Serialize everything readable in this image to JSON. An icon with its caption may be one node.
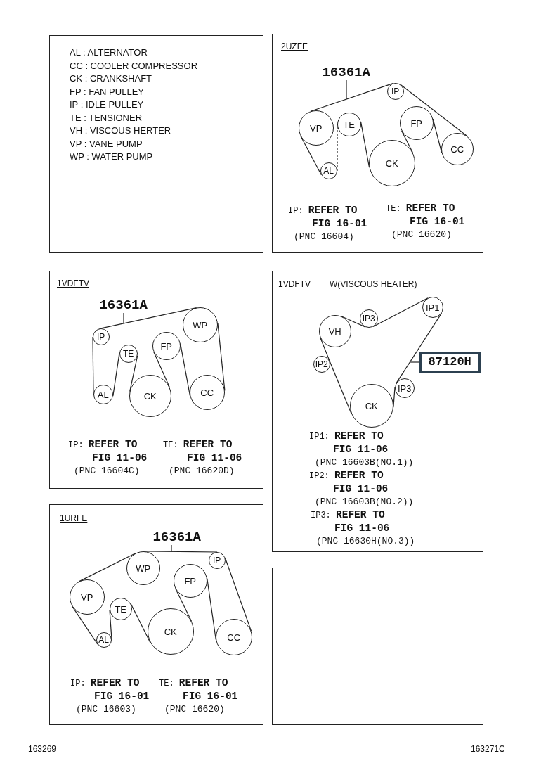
{
  "diagram": {
    "nodes": [
      {
        "text": [
          "AL : ALTERNATOR",
          "CC : COOLER COMPRESSOR",
          "CK : CRANKSHAFT",
          "FP : FAN PULLEY",
          "IP : IDLE PULLEY",
          "TE : TENSIONER",
          "VH : VISCOUS HERTER",
          "VP : VANE PUMP",
          "WP : WATER PUMP"
        ]
      },
      {
        "text": [
          "2UZFE"
        ]
      },
      {
        "text": [
          "16361A"
        ],
        "in": 1
      },
      {
        "text": [
          "IP"
        ],
        "in": 1
      },
      {
        "text": [
          "VP"
        ],
        "in": 1
      },
      {
        "text": [
          "TE"
        ],
        "in": 1
      },
      {
        "text": [
          "FP"
        ],
        "in": 1
      },
      {
        "text": [
          "CC"
        ],
        "in": 1
      },
      {
        "text": [
          "AL"
        ],
        "in": 1
      },
      {
        "text": [
          "CK"
        ],
        "in": 1
      },
      {
        "text": [
          "1VDFTV"
        ]
      },
      {
        "text": [
          "16361A"
        ],
        "in": 10
      },
      {
        "text": [
          "IP"
        ],
        "in": 10
      },
      {
        "text": [
          "WP"
        ],
        "in": 10
      },
      {
        "text": [
          "FP"
        ],
        "in": 10
      },
      {
        "text": [
          "TE"
        ],
        "in": 10
      },
      {
        "text": [
          "AL"
        ],
        "in": 10
      },
      {
        "text": [
          "CK"
        ],
        "in": 10
      },
      {
        "text": [
          "CC"
        ],
        "in": 10
      },
      {
        "text": [
          "1VDFTV",
          "W(VISCOUS HEATER)"
        ]
      },
      {
        "text": [
          "IP1"
        ],
        "in": 19
      },
      {
        "text": [
          "IP3"
        ],
        "in": 19
      },
      {
        "text": [
          "VH"
        ],
        "in": 19
      },
      {
        "text": [
          "87120H"
        ],
        "in": 19
      },
      {
        "text": [
          "IP2"
        ],
        "in": 19
      },
      {
        "text": [
          "IP3"
        ],
        "in": 19
      },
      {
        "text": [
          "CK"
        ],
        "in": 19
      },
      {
        "text": [
          "1URFE"
        ]
      },
      {
        "text": [
          "16361A"
        ],
        "in": 27
      },
      {
        "text": [
          "IP"
        ],
        "in": 27
      },
      {
        "text": [
          "WP"
        ],
        "in": 27
      },
      {
        "text": [
          "FP"
        ],
        "in": 27
      },
      {
        "text": [
          "VP"
        ],
        "in": 27
      },
      {
        "text": [
          "TE"
        ],
        "in": 27
      },
      {
        "text": [
          "CK"
        ],
        "in": 27
      },
      {
        "text": [
          "CC"
        ],
        "in": 27
      },
      {
        "text": [
          "AL"
        ],
        "in": 27
      },
      {
        "text": [],
        "shape": "box"
      }
    ],
    "edges": [
      {
        "from": 3,
        "to": 4,
        "arrow": "none"
      },
      {
        "from": 4,
        "to": 8,
        "arrow": "none"
      },
      {
        "from": 8,
        "to": 5,
        "arrow": "none",
        "style": "dashed"
      },
      {
        "from": 5,
        "to": 9,
        "arrow": "none"
      },
      {
        "from": 9,
        "to": 6,
        "arrow": "none"
      },
      {
        "from": 6,
        "to": 7,
        "arrow": "none"
      },
      {
        "from": 7,
        "to": 3,
        "arrow": "none"
      },
      {
        "from": 2,
        "to": null,
        "arrow": "none"
      },
      {
        "from": 12,
        "to": 13,
        "arrow": "none"
      },
      {
        "from": 13,
        "to": 18,
        "arrow": "none"
      },
      {
        "from": 18,
        "to": 14,
        "arrow": "none"
      },
      {
        "from": 14,
        "to": 17,
        "arrow": "none"
      },
      {
        "from": 17,
        "to": 15,
        "arrow": "none"
      },
      {
        "from": 15,
        "to": 16,
        "arrow": "none"
      },
      {
        "from": 16,
        "to": 12,
        "arrow": "none"
      },
      {
        "from": 11,
        "to": null,
        "arrow": "none"
      },
      {
        "from": 22,
        "to": 21,
        "arrow": "none"
      },
      {
        "from": 21,
        "to": 20,
        "arrow": "none"
      },
      {
        "from": 20,
        "to": 25,
        "arrow": "none"
      },
      {
        "from": 25,
        "to": 26,
        "arrow": "none"
      },
      {
        "from": 26,
        "to": 24,
        "arrow": "none"
      },
      {
        "from": 24,
        "to": 22,
        "arrow": "none"
      },
      {
        "from": 23,
        "to": null,
        "arrow": "none"
      },
      {
        "from": 32,
        "to": 30,
        "arrow": "none"
      },
      {
        "from": 30,
        "to": 29,
        "arrow": "none"
      },
      {
        "from": 29,
        "to": 35,
        "arrow": "none"
      },
      {
        "from": 35,
        "to": 31,
        "arrow": "none"
      },
      {
        "from": 31,
        "to": 34,
        "arrow": "none"
      },
      {
        "from": 34,
        "to": 33,
        "arrow": "none"
      },
      {
        "from": 33,
        "to": 36,
        "arrow": "none"
      },
      {
        "from": 36,
        "to": 32,
        "arrow": "none"
      },
      {
        "from": 28,
        "to": null,
        "arrow": "none"
      }
    ],
    "labels": [
      "IP: **REFER TO FIG 16-01** (PNC 16604)",
      "TE: **REFER TO FIG 16-01** (PNC 16620)",
      "IP: **REFER TO FIG 11-06** (PNC 16604C)",
      "TE: **REFER TO FIG 11-06** (PNC 16620D)",
      "IP1: **REFER TO FIG 11-06** (PNC 16603B(NO.1))",
      "IP2: **REFER TO FIG 11-06** (PNC 16603B(NO.2))",
      "IP3: **REFER TO FIG 11-06** (PNC 16630H(NO.3))",
      "IP: **REFER TO FIG 16-01** (PNC 16603)",
      "TE: **REFER TO FIG 16-01** (PNC 16620)",
      "163269",
      "163271C"
    ]
  }
}
